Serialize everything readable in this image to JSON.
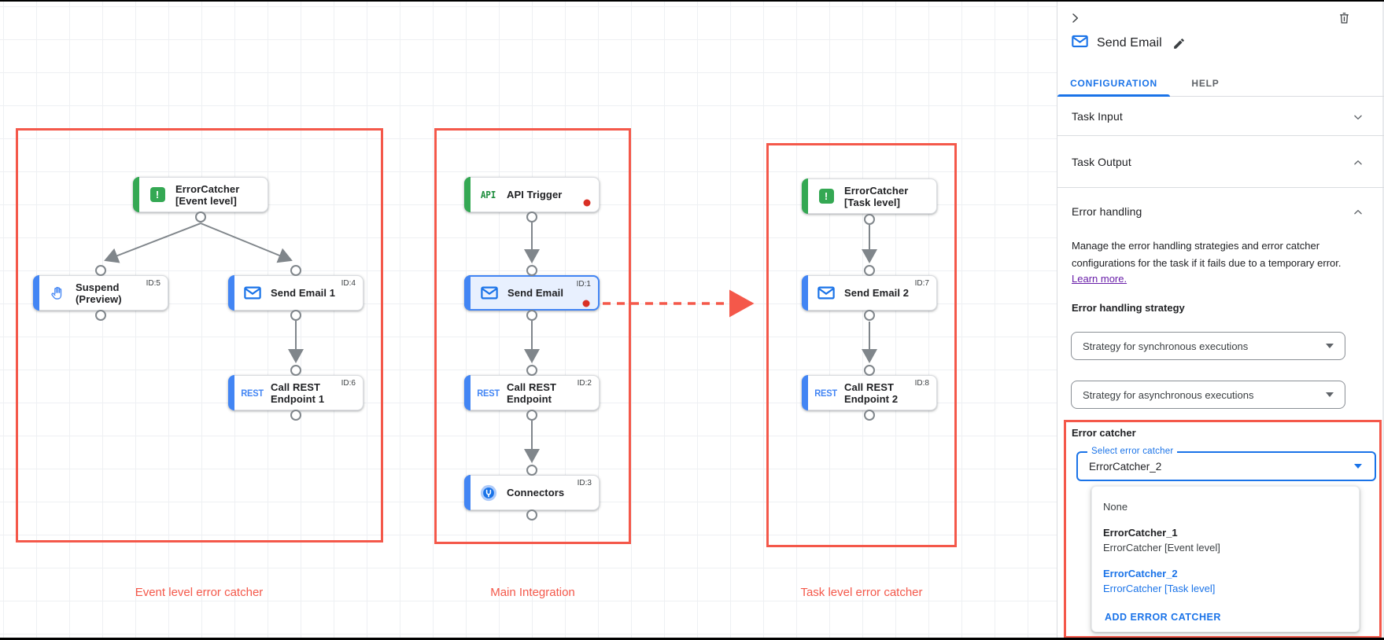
{
  "colors": {
    "annotation_red": "#f4584a",
    "node_blue": "#4285f4",
    "node_green": "#34a853",
    "accent_blue": "#1a73e8",
    "selected_bg": "#e8f0fe",
    "edge_gray": "#80868b",
    "error_dot_red": "#d93025",
    "link_purple": "#681da8"
  },
  "canvas": {
    "groups": {
      "event_level": {
        "label": "Event level error catcher"
      },
      "main": {
        "label": "Main Integration"
      },
      "task_level": {
        "label": "Task level error catcher"
      }
    },
    "icon_texts": {
      "rest": "REST",
      "api": "API"
    },
    "nodes": {
      "ec1": {
        "line1": "ErrorCatcher",
        "line2": "[Event level]"
      },
      "suspend": {
        "line1": "Suspend",
        "line2": "(Preview)",
        "id": "ID:5"
      },
      "send_email_1": {
        "line1": "Send Email 1",
        "id": "ID:4"
      },
      "call_rest_1": {
        "line1": "Call REST",
        "line2": "Endpoint 1",
        "id": "ID:6"
      },
      "api_trigger": {
        "line1": "API Trigger"
      },
      "send_email": {
        "line1": "Send Email",
        "id": "ID:1"
      },
      "call_rest": {
        "line1": "Call REST",
        "line2": "Endpoint",
        "id": "ID:2"
      },
      "connectors": {
        "line1": "Connectors",
        "id": "ID:3"
      },
      "ec2": {
        "line1": "ErrorCatcher",
        "line2": "[Task level]"
      },
      "send_email_2": {
        "line1": "Send Email 2",
        "id": "ID:7"
      },
      "call_rest_2": {
        "line1": "Call REST",
        "line2": "Endpoint 2",
        "id": "ID:8"
      }
    }
  },
  "panel": {
    "title": "Send Email",
    "tabs": {
      "configuration": "CONFIGURATION",
      "help": "HELP"
    },
    "sections": {
      "task_input": "Task Input",
      "task_output": "Task Output",
      "error_handling": "Error handling"
    },
    "error_handling": {
      "description": "Manage the error handling strategies and error catcher configurations for the task if it fails due to a temporary error.",
      "learn_more": "Learn more.",
      "strategy_label": "Error handling strategy",
      "sync_placeholder": "Strategy for synchronous executions",
      "async_placeholder": "Strategy for asynchronous executions",
      "error_catcher_label": "Error catcher",
      "select_label": "Select error catcher",
      "select_value": "ErrorCatcher_2",
      "menu": {
        "none": "None",
        "ec1_name": "ErrorCatcher_1",
        "ec1_desc": "ErrorCatcher [Event level]",
        "ec2_name": "ErrorCatcher_2",
        "ec2_desc": "ErrorCatcher [Task level]",
        "add": "ADD ERROR CATCHER"
      }
    }
  }
}
